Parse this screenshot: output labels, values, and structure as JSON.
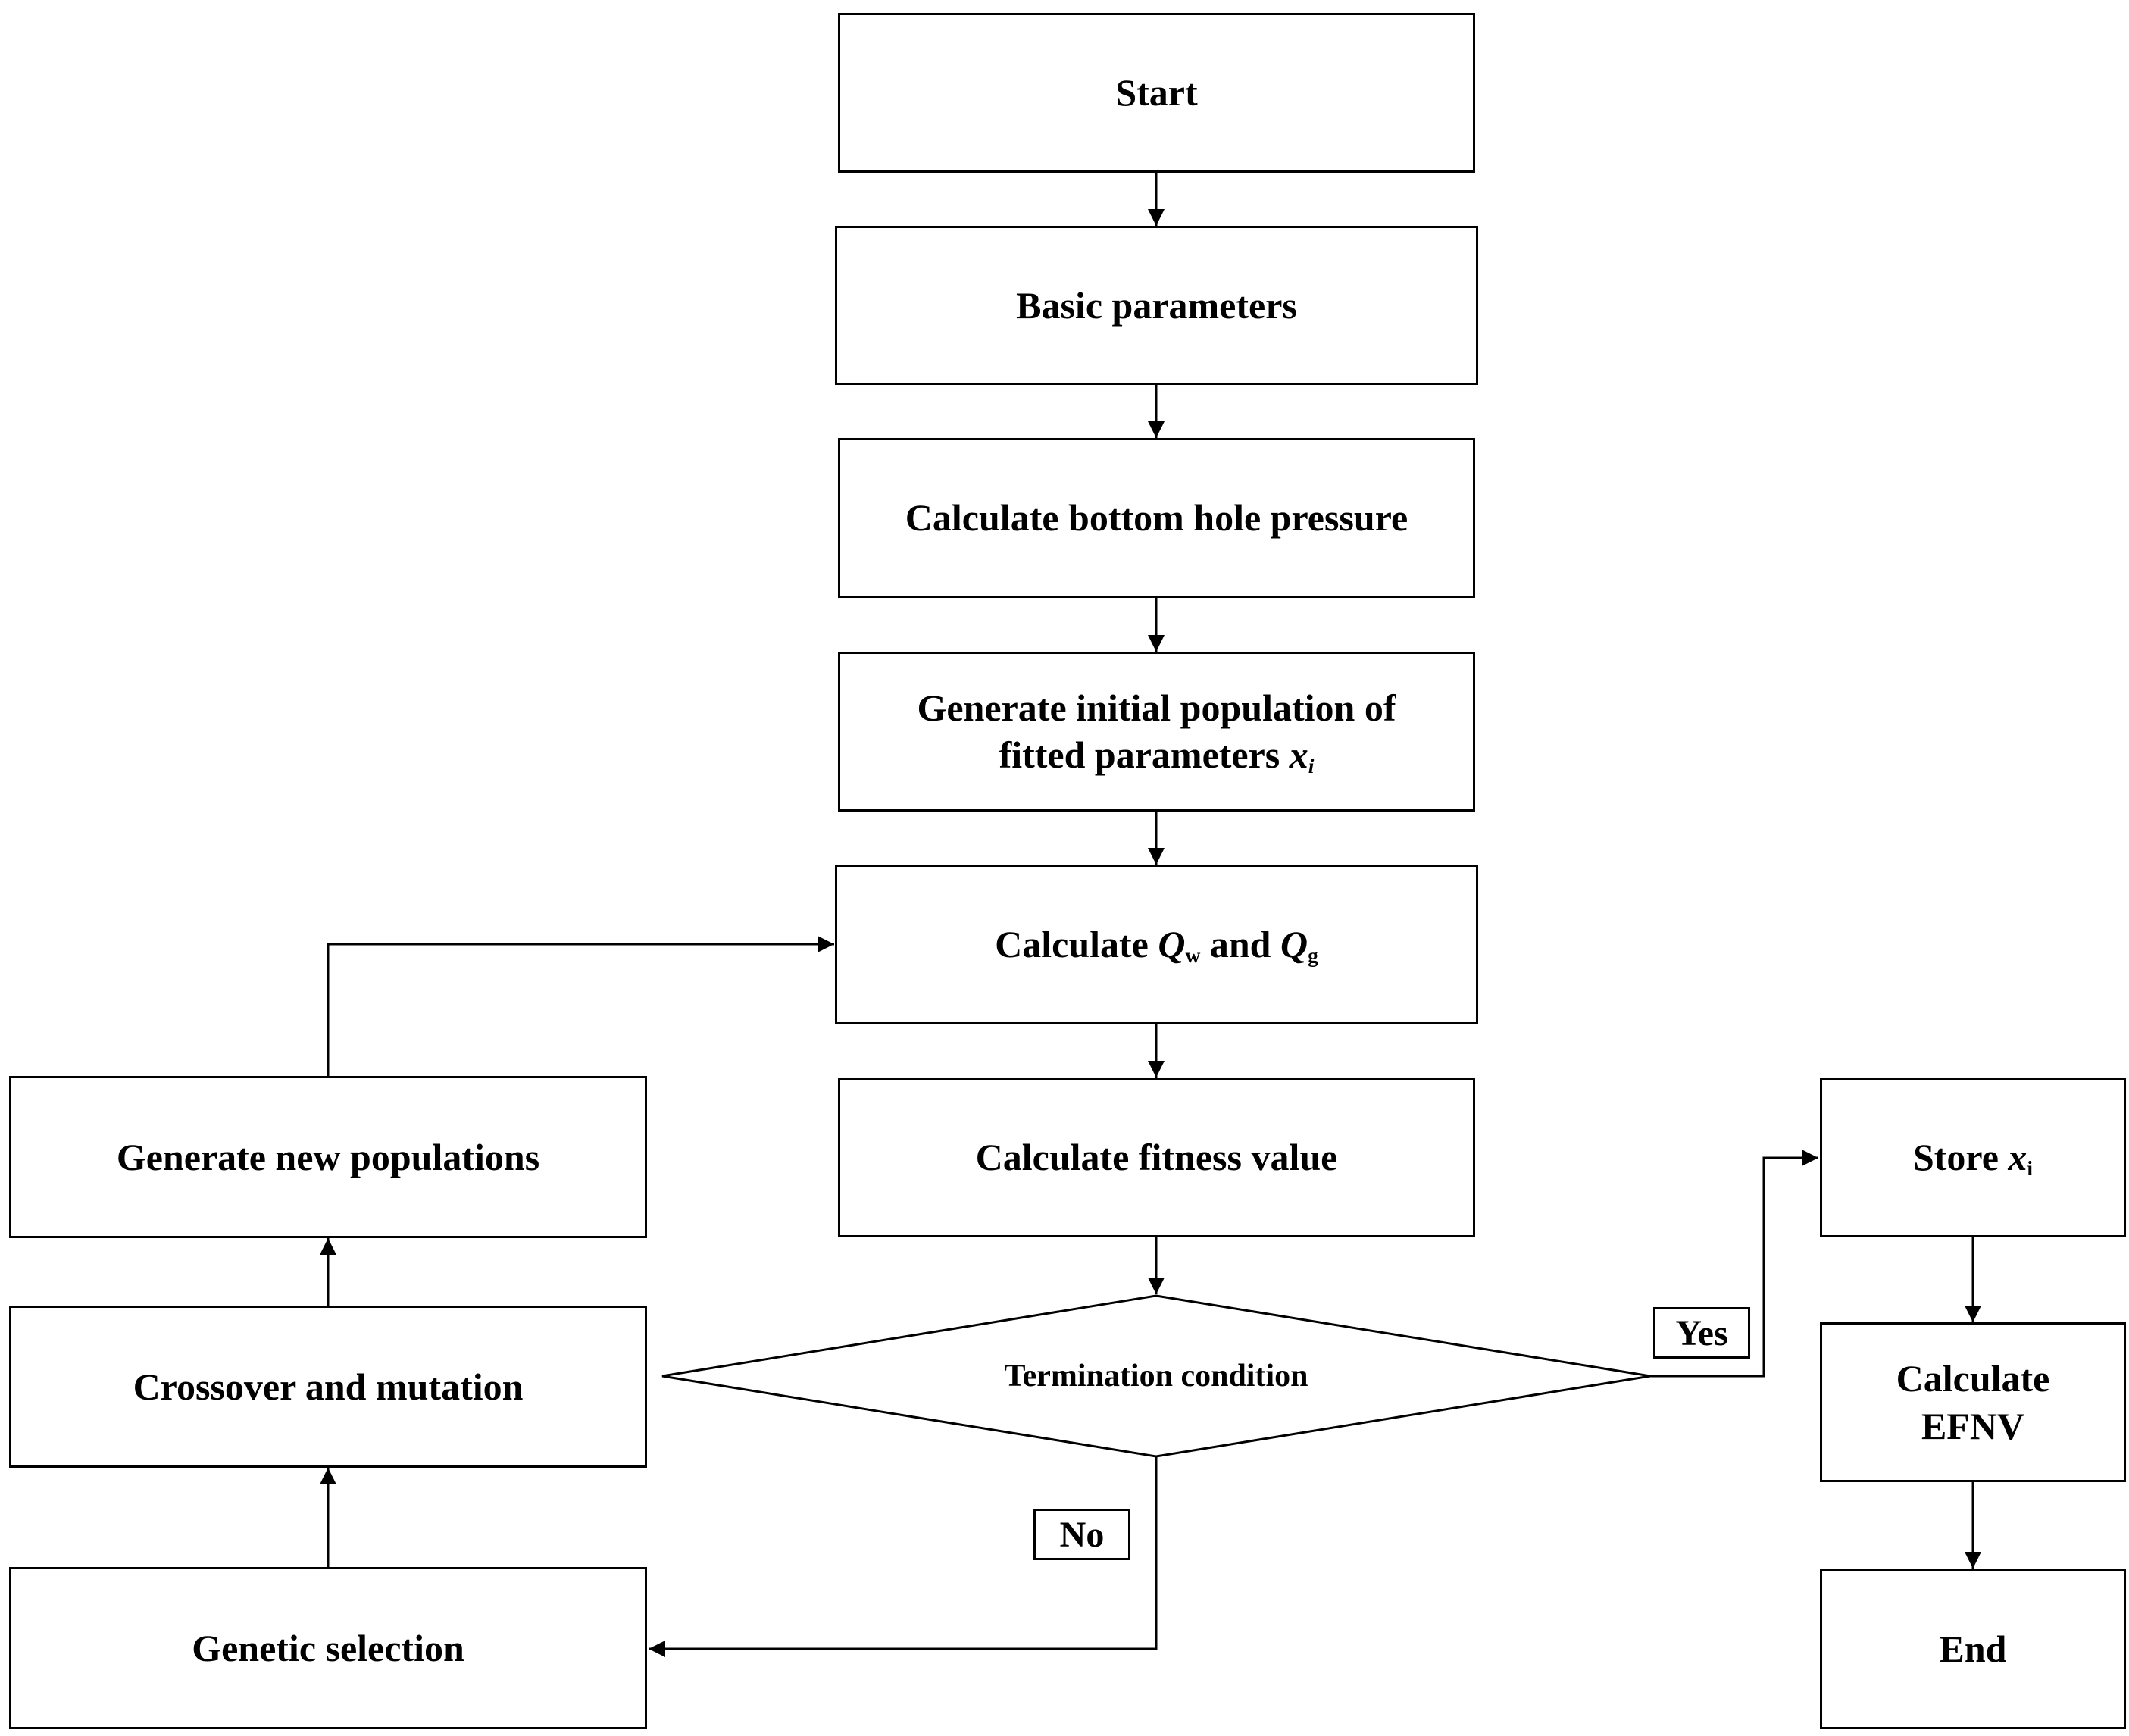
{
  "flowchart": {
    "start": "Start",
    "basic_parameters": "Basic parameters",
    "bottom_hole_pressure": "Calculate bottom hole pressure",
    "initial_population": {
      "line1": "Generate initial population of",
      "line2": "fitted parameters ",
      "var": "x",
      "sub": "i"
    },
    "calc_q": {
      "prefix": "Calculate ",
      "q1": "Q",
      "q1_sub": "w",
      "and": " and ",
      "q2": "Q",
      "q2_sub": "g"
    },
    "fitness": "Calculate fitness value",
    "termination": "Termination condition",
    "yes": "Yes",
    "no": "No",
    "store": {
      "prefix": "Store ",
      "var": "x",
      "sub": "i"
    },
    "calc_efnv": {
      "line1": "Calculate",
      "line2": "EFNV"
    },
    "end": "End",
    "new_populations": "Generate new populations",
    "crossover": "Crossover and mutation",
    "genetic_selection": "Genetic selection"
  }
}
